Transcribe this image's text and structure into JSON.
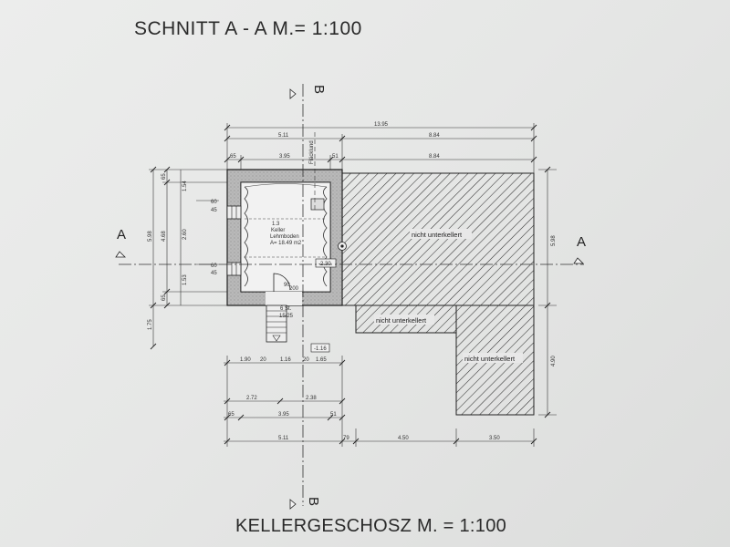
{
  "titles": {
    "section": "SCHNITT A - A  M.= 1:100",
    "floor": "KELLERGESCHOSZ M. = 1:100"
  },
  "section_markers": {
    "a": "A",
    "b": "B"
  },
  "room": {
    "number": "1.3",
    "name": "Keller",
    "floor_finish": "Lehmboden",
    "area": "A= 18.49 m2"
  },
  "unexcavated_label": "nicht unterkellert",
  "level_marks": {
    "cellar": "-2.30",
    "entry": "-1.16"
  },
  "stair_label": "6 St.",
  "stair_detail": "15/25",
  "door_label": "90",
  "door_detail": "200",
  "vertical_label": "Fläcklund",
  "dimensions": {
    "top": [
      "13.95",
      "5.11",
      "8.84",
      "65",
      "3.95",
      "51",
      "8.84"
    ],
    "left_outer": [
      "5.98",
      "1.75"
    ],
    "left_inner": [
      "65",
      "4.68",
      "65"
    ],
    "left_detail": [
      "1.54",
      "2.60",
      "1.53"
    ],
    "window_1": [
      "60",
      "45"
    ],
    "window_2": [
      "60",
      "45"
    ],
    "right": [
      "5.98",
      "4.90"
    ],
    "bottom_row1": [
      "1.90",
      "20",
      "1.16",
      "20",
      "1.65"
    ],
    "bottom_row2": [
      "2.72",
      "2.38"
    ],
    "bottom_row3": [
      "65",
      "3.95",
      "51"
    ],
    "bottom_row4": [
      "5.11",
      "79",
      "4.50",
      "3.50"
    ]
  }
}
